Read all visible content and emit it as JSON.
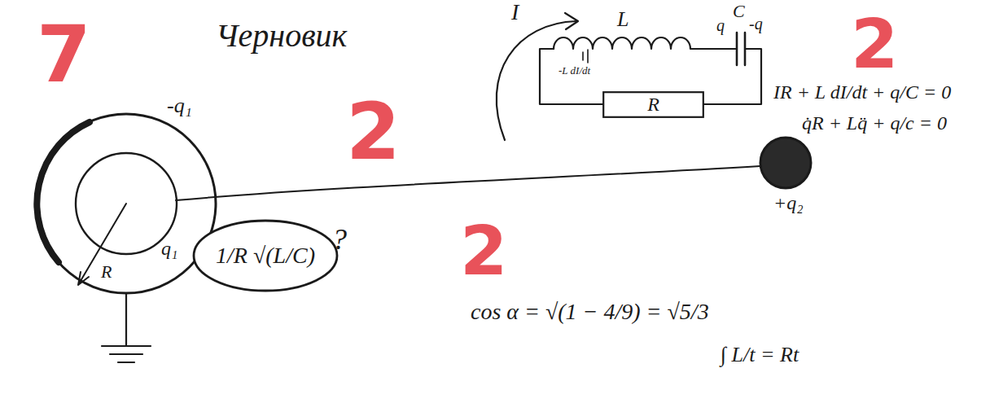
{
  "diagram": {
    "title": "Черновик",
    "nodes": [
      {
        "text": [
          "R"
        ]
      },
      {
        "text": [
          "1/R √(L/C)"
        ]
      }
    ],
    "labels": [
      "7",
      "2",
      "I",
      "L",
      "C",
      "q",
      "-q",
      "-L dI/dt",
      "2",
      "IR + L dI/dt + q/C = 0",
      "q̇R + Lq̈ + q/c = 0",
      "-q₁",
      "q₁",
      "R",
      "+q₂",
      "?",
      "2",
      "cos α = √(1 − 4/9) = √5/3",
      "∫ L/t = Rt"
    ]
  }
}
